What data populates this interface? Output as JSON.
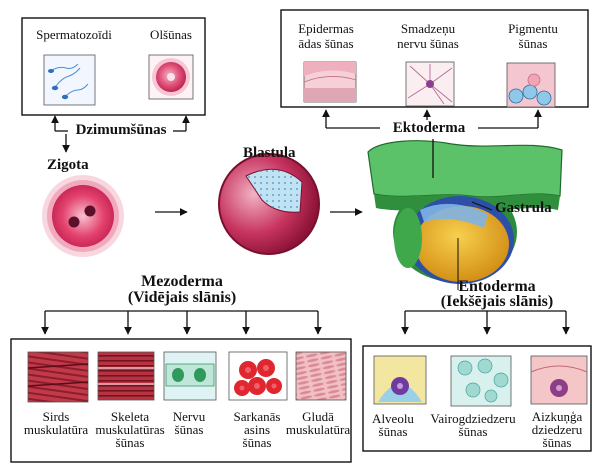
{
  "germ_cells": {
    "title": "Dzimumšūnas",
    "sperm": "Spermatozoīdi",
    "egg": "Olšūnas"
  },
  "stages": {
    "zygote": "Zigota",
    "blastula": "Blastula",
    "gastrula": "Gastrula"
  },
  "ectoderm": {
    "title": "Ektoderma",
    "cells": [
      {
        "line1": "Epidermas",
        "line2": "ādas šūnas"
      },
      {
        "line1": "Smadzeņu",
        "line2": "nervu šūnas"
      },
      {
        "line1": "Pigmentu",
        "line2": "šūnas"
      }
    ]
  },
  "mesoderm": {
    "title": "Mezoderma",
    "subtitle": "(Vidējais slānis)",
    "cells": [
      {
        "line1": "Sirds",
        "line2": "muskulatūra",
        "line3": ""
      },
      {
        "line1": "Skeleta",
        "line2": "muskulatūras",
        "line3": "šūnas"
      },
      {
        "line1": "Nervu",
        "line2": "šūnas",
        "line3": ""
      },
      {
        "line1": "Sarkanās",
        "line2": "asins",
        "line3": "šūnas"
      },
      {
        "line1": "Gludā",
        "line2": "muskulatūra",
        "line3": ""
      }
    ]
  },
  "endoderm": {
    "title": "Entoderma",
    "subtitle": "(Iekšējais slānis)",
    "cells": [
      {
        "line1": "Alveolu",
        "line2": "šūnas",
        "line3": ""
      },
      {
        "line1": "Vairogdziedzeru",
        "line2": "šūnas",
        "line3": ""
      },
      {
        "line1": "Aizkuņģa",
        "line2": "dziedzeru",
        "line3": "šūnas"
      }
    ]
  },
  "colors": {
    "line": "#111111",
    "egg_red": "#d4245a",
    "gastrula_green": "#3fa84a",
    "gastrula_yellow": "#e8a21a",
    "gastrula_blue": "#2d4fa8"
  }
}
